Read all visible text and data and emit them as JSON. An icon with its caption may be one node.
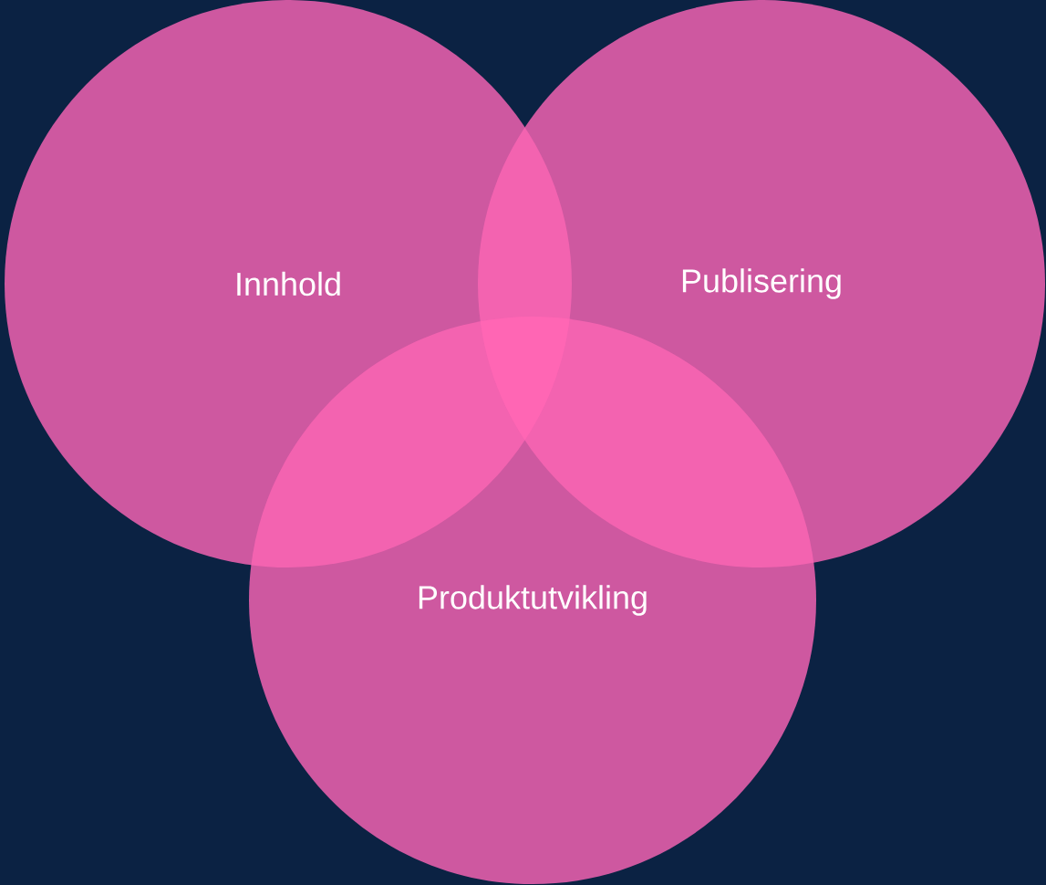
{
  "diagram": {
    "nodes": [
      {
        "text": [
          "Innhold"
        ]
      },
      {
        "text": [
          "Publisering"
        ]
      },
      {
        "text": [
          "Produktutvikling"
        ]
      }
    ]
  }
}
